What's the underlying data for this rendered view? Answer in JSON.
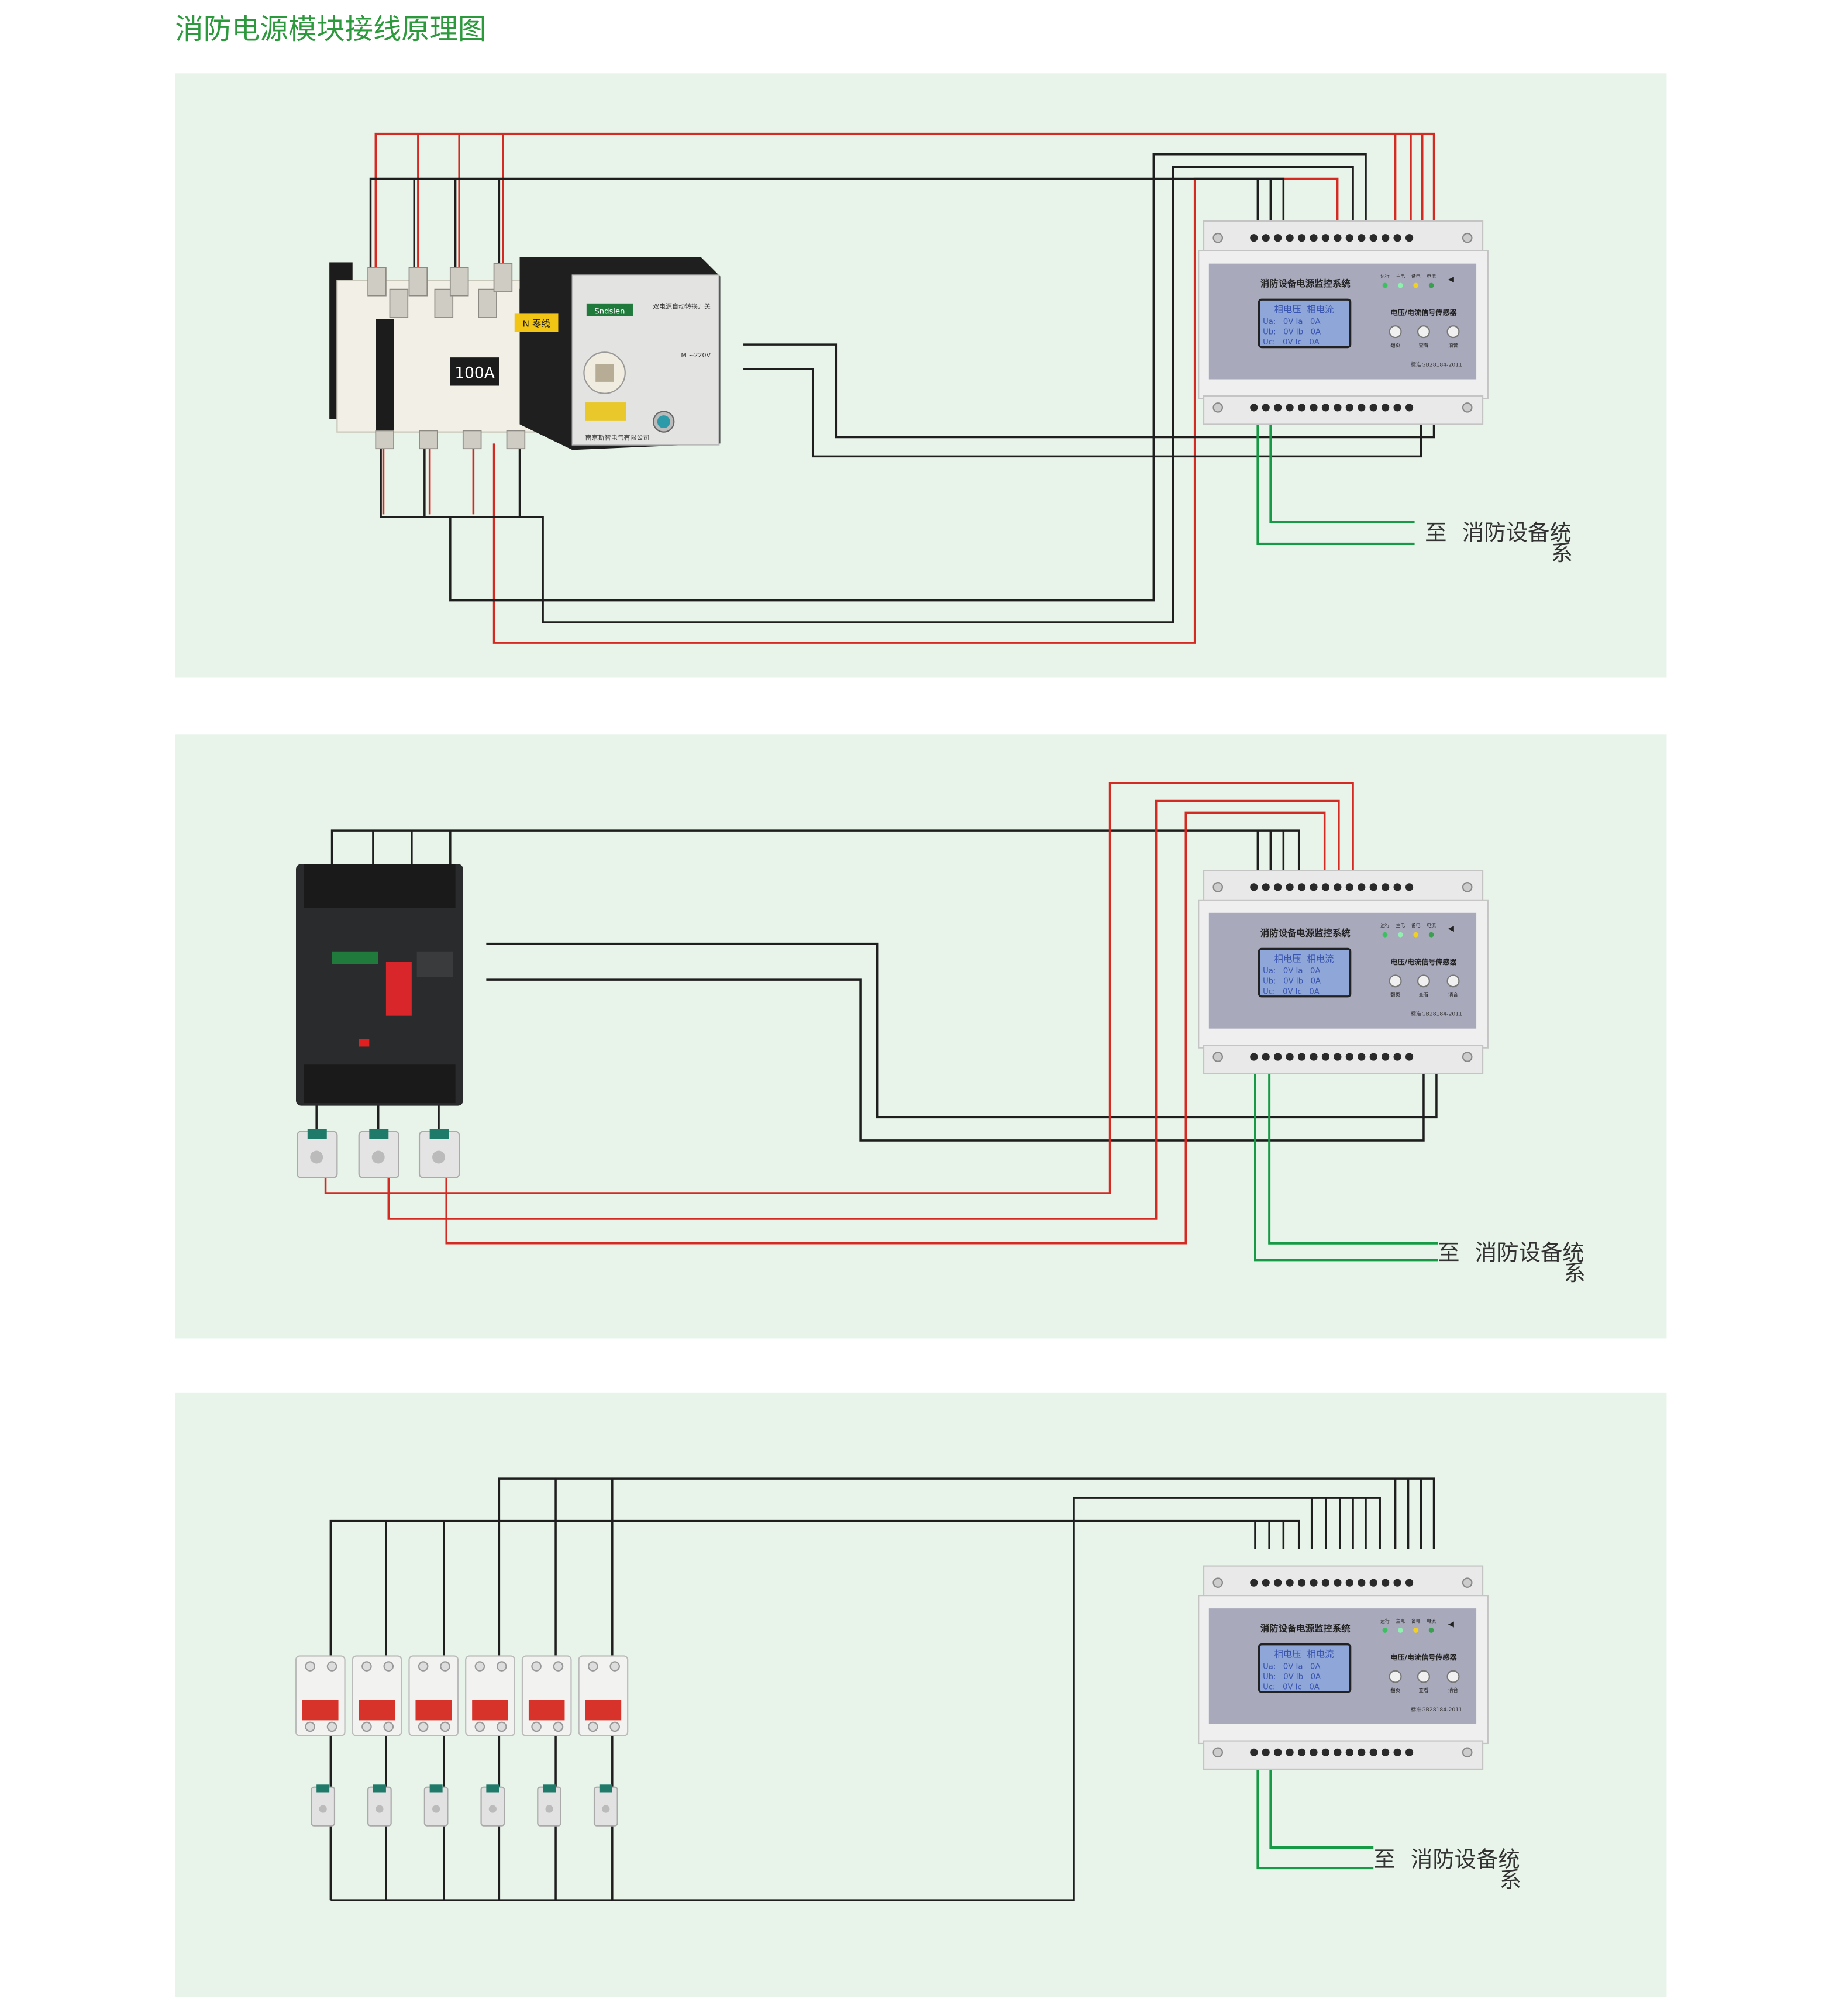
{
  "title": "消防电源模块接线原理图",
  "colors": {
    "title": "#2c9a3c",
    "panel_bg": "#e8f4ea",
    "wire_phase": "#d42a22",
    "wire_neutral": "#1e1e1e",
    "wire_bus": "#179a45"
  },
  "module": {
    "title": "消防设备电源监控系统",
    "leds": [
      "运行",
      "主电",
      "备电",
      "电流"
    ],
    "lcd_header": "相电压  相电流",
    "lcd_rows": [
      "Ua:   0V Ia   0A",
      "Ub:   0V Ib   0A",
      "Uc:   0V Ic   0A"
    ],
    "sensor_label": "电压/电流信号传感器",
    "buttons": [
      "翻页",
      "查看",
      "消音"
    ],
    "standard": "标准GB28184-2011"
  },
  "output_label": {
    "prefix": "至",
    "main": "消防设备统",
    "overflow": "系"
  },
  "ats": {
    "rating": "100A",
    "neutral_tag": "N 零线",
    "brand": "Sndsien",
    "name": "双电源自动转换开关",
    "maker": "南京斯智电气有限公司",
    "motor": "M ~220V"
  }
}
